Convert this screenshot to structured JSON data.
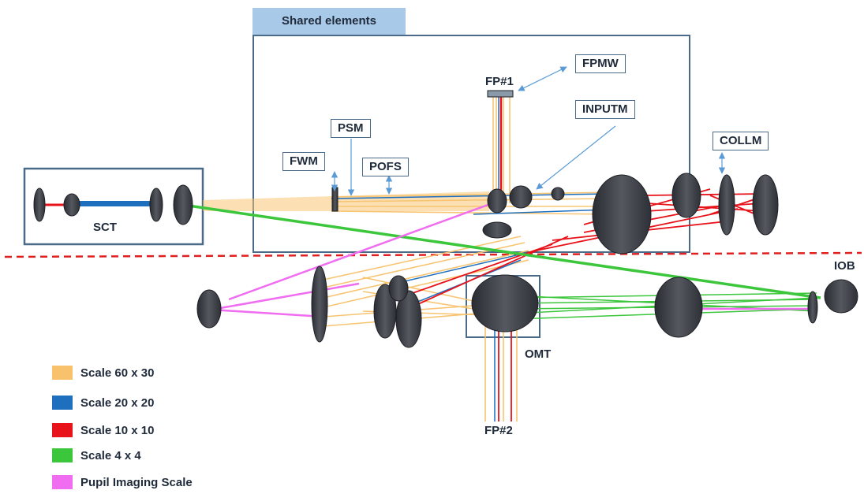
{
  "shared_elements_title": "Shared elements",
  "labels": {
    "fp1": "FP#1",
    "fp2": "FP#2",
    "fpmw": "FPMW",
    "inputm": "INPUTM",
    "psm": "PSM",
    "fwm": "FWM",
    "pofs": "POFS",
    "collm": "COLLM",
    "sct": "SCT",
    "omt": "OMT",
    "iob": "IOB"
  },
  "legend": [
    {
      "label": "Scale 60 x 30",
      "color": "#f7c26b"
    },
    {
      "label": "Scale 20 x 20",
      "color": "#1f6fbf"
    },
    {
      "label": "Scale 10 x 10",
      "color": "#e8121a"
    },
    {
      "label": "Scale 4 x 4",
      "color": "#3cc63c"
    },
    {
      "label": "Pupil Imaging Scale",
      "color": "#f06cf0"
    }
  ],
  "colors": {
    "box_border": "#4a6a8a",
    "divider": "#e02020",
    "optic_dark": "#3a3d45",
    "arrow": "#5b9bd5"
  }
}
